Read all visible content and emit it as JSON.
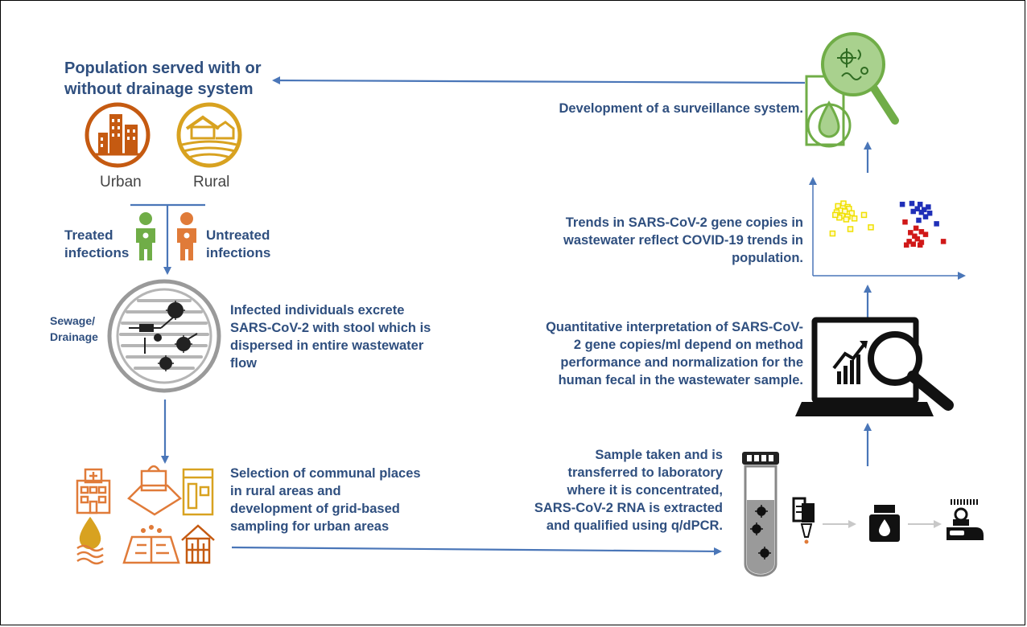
{
  "colors": {
    "text": "#2f4f7f",
    "arrow": "#4a76b8",
    "urban": "#c55a11",
    "rural": "#d8a220",
    "treated": "#70ad47",
    "untreated": "#e07b39",
    "places": "#e07b39",
    "surveillance": "#70ad47",
    "scatter_yellow": "#f0e000",
    "scatter_blue": "#1f2fb8",
    "scatter_red": "#d01818"
  },
  "left": {
    "population_heading": "Population served with or\nwithout drainage system",
    "urban_label": "Urban",
    "rural_label": "Rural",
    "treated_label": "Treated\ninfections",
    "untreated_label": "Untreated\ninfections",
    "sewage_label": "Sewage/\nDrainage",
    "infected_text": "Infected individuals  excrete\nSARS-CoV-2 with stool which is\ndispersed in entire wastewater\nflow",
    "selection_text": "Selection of communal places\nin rural areas and\ndevelopment of grid-based\nsampling for urban areas"
  },
  "right": {
    "surveillance_text": "Development of a surveillance system.",
    "trends_text": "Trends in SARS-CoV-2 gene copies in\nwastewater reflect COVID-19 trends in\npopulation.",
    "quant_text": "Quantitative interpretation of SARS-CoV-\n2 gene copies/ml depend on method\nperformance and normalization for the\nhuman fecal in the wastewater sample.",
    "sample_text": "Sample taken and is\ntransferred to laboratory\nwhere it is concentrated,\nSARS-CoV-2 RNA is extracted\nand qualified using q/dPCR."
  },
  "icons": {
    "urban": "urban-buildings-icon",
    "rural": "rural-farm-icon",
    "treated": "treated-person-icon",
    "untreated": "untreated-person-icon",
    "sewage": "sewer-manhole-virus-icon",
    "hospital": "hospital-icon",
    "shopping": "shopping-bag-icon",
    "building": "building-icon",
    "water": "water-drop-icon",
    "market": "market-stall-icon",
    "house": "house-icon",
    "surveillance": "surveillance-magnifier-icon",
    "laptop": "laptop-analysis-icon",
    "tube": "sample-tube-icon",
    "pipette": "pipette-icon",
    "bottle": "reagent-bottle-icon",
    "pcr": "pcr-machine-icon"
  },
  "chart_data": {
    "type": "scatter",
    "title": "",
    "xlabel": "",
    "ylabel": "",
    "series": [
      {
        "color": "yellow",
        "x": [
          1.6,
          2.0,
          2.3,
          1.8,
          2.4,
          1.5,
          2.1,
          2.6,
          1.9,
          2.3,
          1.7,
          2.2,
          2.8,
          1.4,
          3.5,
          4.0,
          2.5,
          1.2
        ],
        "y": [
          7.6,
          7.9,
          7.5,
          7.1,
          7.3,
          6.9,
          7.0,
          6.8,
          6.5,
          6.4,
          6.3,
          6.1,
          6.2,
          6.6,
          6.6,
          5.2,
          5.0,
          4.5
        ]
      },
      {
        "color": "blue",
        "x": [
          6.3,
          7.0,
          7.6,
          7.4,
          7.1,
          7.9,
          8.2,
          7.7,
          8.3,
          8.0,
          7.5,
          8.8
        ],
        "y": [
          7.8,
          7.9,
          7.8,
          7.3,
          7.0,
          7.2,
          7.5,
          6.9,
          6.8,
          6.4,
          6.0,
          5.6
        ]
      },
      {
        "color": "red",
        "x": [
          6.5,
          7.3,
          6.9,
          7.7,
          7.2,
          8.0,
          7.4,
          6.8,
          7.7,
          7.1,
          6.6,
          7.6,
          9.3
        ],
        "y": [
          5.8,
          5.1,
          4.6,
          4.7,
          4.2,
          4.4,
          3.9,
          3.6,
          3.5,
          3.3,
          3.2,
          3.2,
          3.6
        ]
      }
    ]
  }
}
